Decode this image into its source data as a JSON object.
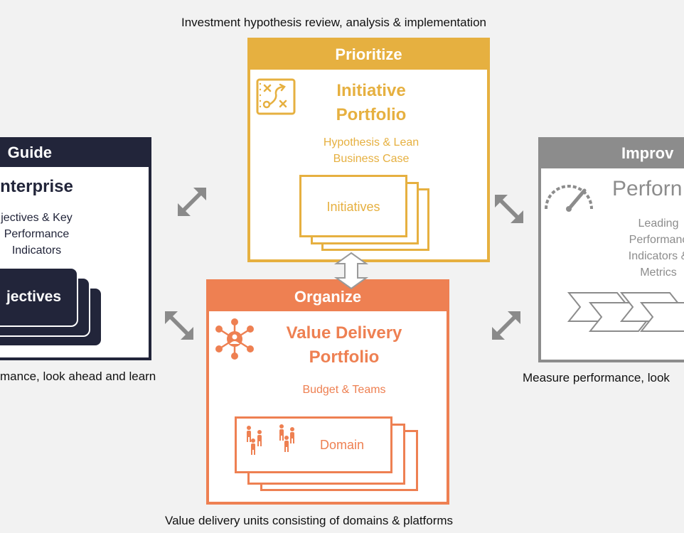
{
  "captions": {
    "top": "Investment hypothesis review, analysis & implementation",
    "left": "mance, look ahead and learn",
    "right": "Measure performance, look",
    "bottom": "Value delivery units consisting of domains & platforms"
  },
  "prioritize": {
    "header": "Prioritize",
    "title_line1": "Initiative",
    "title_line2": "Portfolio",
    "desc_line1": "Hypothesis & Lean",
    "desc_line2": "Business Case",
    "card": "Initiatives",
    "icon": "strategy-plan-icon"
  },
  "guide": {
    "header": "Guide",
    "title": "nterprise",
    "desc_line1": "jectives & Key",
    "desc_line2": "Performance",
    "desc_line3": "Indicators",
    "card": "jectives"
  },
  "improve": {
    "header": "Improv",
    "title": "Perforn",
    "desc_line1": "Leading",
    "desc_line2": "Performanc",
    "desc_line3": "Indicators &",
    "desc_line4": "Metrics",
    "icon": "speedometer-icon"
  },
  "organize": {
    "header": "Organize",
    "title_line1": "Value Delivery",
    "title_line2": "Portfolio",
    "desc": "Budget & Teams",
    "card": "Domain",
    "icon": "network-people-icon"
  },
  "colors": {
    "gold": "#e6b040",
    "navy": "#22253a",
    "gray": "#8c8c8c",
    "orange": "#ee8052",
    "arrow": "#8a8a8a"
  }
}
